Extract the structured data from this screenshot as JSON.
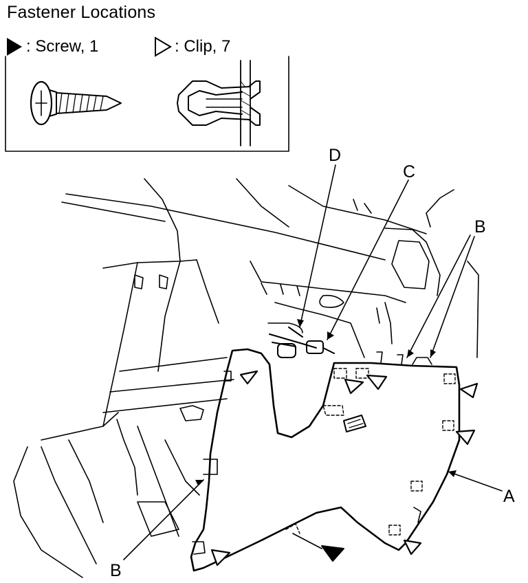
{
  "title": "Fastener Locations",
  "legend": {
    "screw": {
      "label": ": Screw, 1",
      "icon": "solid-triangle-icon"
    },
    "clip": {
      "label": ": Clip, 7",
      "icon": "hollow-triangle-icon"
    }
  },
  "callouts": {
    "a": "A",
    "b_upper": "B",
    "b_lower": "B",
    "c": "C",
    "d": "D"
  }
}
